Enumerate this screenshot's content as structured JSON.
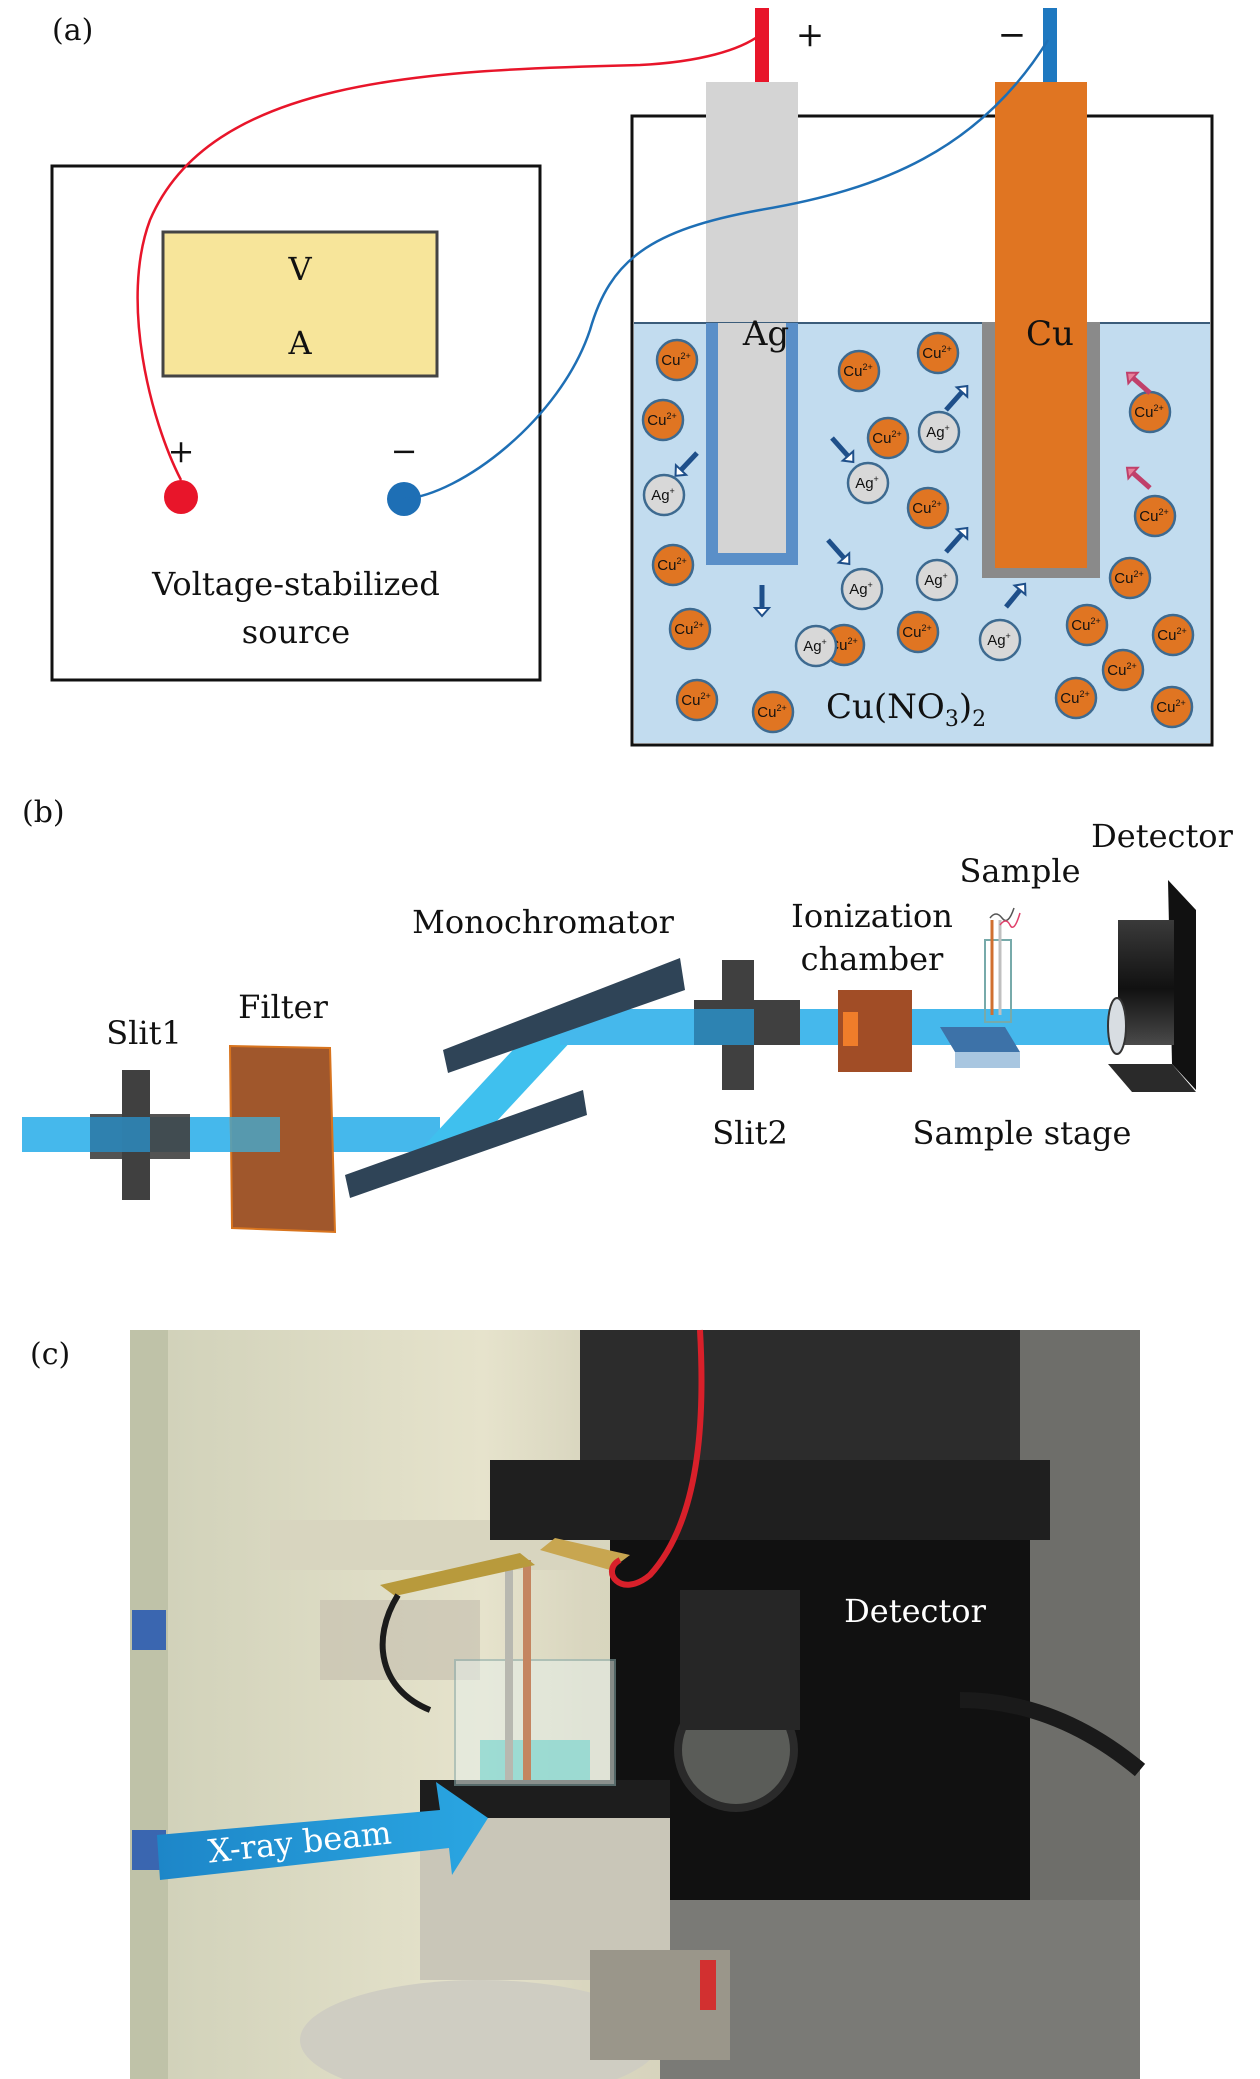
{
  "figure": {
    "panel_a": {
      "label": "(a)",
      "source": {
        "meter_line1": "V",
        "meter_line2": "A",
        "plus": "+",
        "minus": "−",
        "caption_line1": "Voltage-stabilized",
        "caption_line2": "source"
      },
      "cell": {
        "terminal_plus": "+",
        "terminal_minus": "−",
        "anode_label": "Ag",
        "cathode_label": "Cu",
        "electrolyte_main": "Cu(NO",
        "electrolyte_sub3": "3",
        "electrolyte_paren": ")",
        "electrolyte_sub2": "2",
        "cu_ion": "Cu",
        "cu_ion_charge": "2+",
        "ag_ion": "Ag",
        "ag_ion_charge": "+"
      },
      "colors": {
        "positive_wire": "#e8152a",
        "negative_wire": "#1e6fb5",
        "meter_fill": "#f7e59a",
        "silver": "#d4d4d4",
        "silver_coating": "#5a8fc8",
        "copper": "#e07522",
        "copper_coating": "#8a8a8a",
        "electrolyte": "#c2dcef",
        "cu_ion_fill": "#e07522",
        "ag_ion_fill": "#d8d8d8"
      }
    },
    "panel_b": {
      "label": "(b)",
      "components": {
        "slit1": "Slit1",
        "filter": "Filter",
        "monochromator": "Monochromator",
        "slit2": "Slit2",
        "ionization_line1": "Ionization",
        "ionization_line2": "chamber",
        "sample": "Sample",
        "sample_stage": "Sample stage",
        "detector": "Detector"
      },
      "colors": {
        "beam": "#45b8ec",
        "slit": "#404040",
        "filter": "#a0572c",
        "crystal": "#2f4457",
        "chamber": "#a14d26"
      }
    },
    "panel_c": {
      "label": "(c)",
      "photo_description": "Photograph of the in-situ electrochemical cell mounted on the sample stage in front of the detector",
      "annotation_detector": "Detector",
      "annotation_beam": "X-ray beam"
    }
  }
}
